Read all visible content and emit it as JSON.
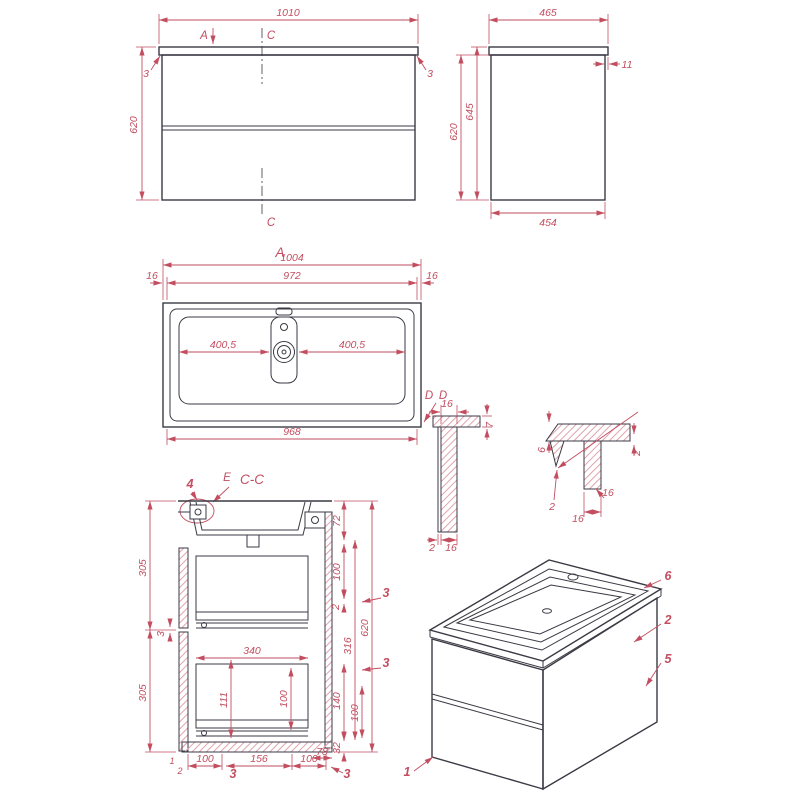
{
  "colors": {
    "object": "#3a3a44",
    "dimension": "#c24e60",
    "hatch": "#e0a3ad"
  },
  "front": {
    "dim_width_top": "1010",
    "dim_height": "620",
    "dim_gap_left": "3",
    "dim_gap_right": "3",
    "marker_a": "A",
    "marker_c_top": "C",
    "marker_c_bottom": "C"
  },
  "side": {
    "dim_width_top": "465",
    "dim_overhang": "11",
    "dim_height_total": "645",
    "dim_height_body": "620",
    "dim_depth_bottom": "454"
  },
  "plan": {
    "section_label": "A",
    "dim_width_overall": "1004",
    "dim_edge_left": "16",
    "dim_width_inner": "972",
    "dim_edge_right": "16",
    "dim_half_left": "400,5",
    "dim_half_right": "400,5",
    "dim_width_bottom": "968",
    "detail_label_a": "D",
    "detail_label_b": "D"
  },
  "section_cc": {
    "title": "C-C",
    "detail_label_e": "E",
    "callout_4": "4",
    "dim_305_upper": "305",
    "dim_305_lower": "305",
    "dim_gap_3": "3",
    "dim_72": "72",
    "dim_100_right": "100",
    "dim_2": "2",
    "dim_316": "316",
    "dim_620": "620",
    "dim_140": "140",
    "dim_100_lower": "100",
    "dim_32": "32",
    "callout_3_right_a": "3",
    "callout_3_right_b": "3",
    "callout_3_bottom_a": "3",
    "callout_3_bottom_b": "3",
    "dim_340": "340",
    "dim_111": "111",
    "dim_100_inner": "100",
    "dim_1": "1",
    "dim_2_bottom": "2",
    "dim_100_bottom_a": "100",
    "dim_156": "156",
    "dim_100_bottom_b": "100",
    "dim_78": "78"
  },
  "detail_d": {
    "dim_16_top": "16",
    "dim_7": "7",
    "dim_2": "2",
    "dim_16_bottom": "16"
  },
  "detail_corner": {
    "dim_6": "6",
    "dim_2_right": "2",
    "dim_2_bottom": "2",
    "dim_16_a": "16",
    "dim_16_b": "16"
  },
  "perspective": {
    "callout_6": "6",
    "callout_2": "2",
    "callout_5": "5",
    "callout_1": "1"
  }
}
